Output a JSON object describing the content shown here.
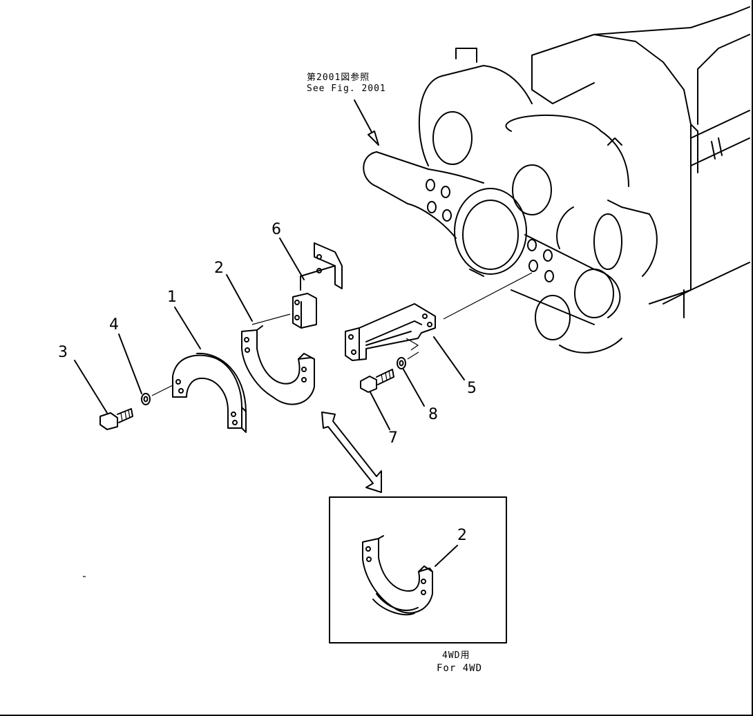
{
  "reference": {
    "jp": "第2001図参照",
    "en": "See Fig. 2001"
  },
  "callouts": {
    "c1": "1",
    "c2": "2",
    "c3": "3",
    "c4": "4",
    "c5": "5",
    "c6": "6",
    "c7": "7",
    "c8": "8",
    "inset": "2"
  },
  "inset_caption": {
    "jp": "4WD用",
    "en": "For 4WD"
  }
}
